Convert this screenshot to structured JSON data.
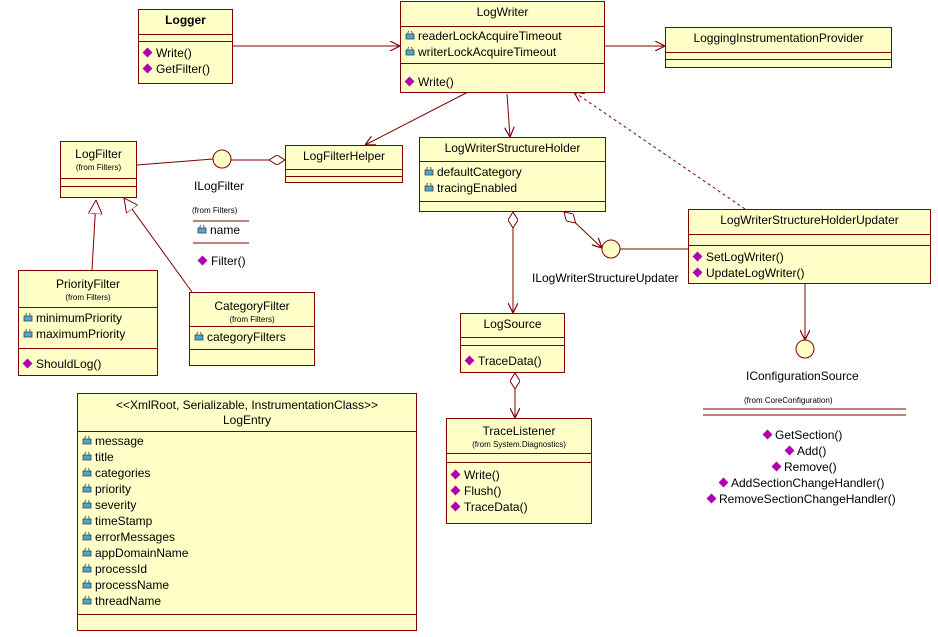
{
  "colors": {
    "fill": "#ffffc8",
    "border": "#800000",
    "op_icon": "#b000b0",
    "attr_icon": "#4aa8d8"
  },
  "classes": {
    "logger": {
      "name": "Logger",
      "operations": [
        "Write()",
        "GetFilter()"
      ]
    },
    "logwriter": {
      "name": "LogWriter",
      "attributes": [
        "readerLockAcquireTimeout",
        "writerLockAcquireTimeout"
      ],
      "operations": [
        "Write()"
      ]
    },
    "provider": {
      "name": "LoggingInstrumentationProvider"
    },
    "logfilter": {
      "name": "LogFilter",
      "from": "(from Filters)"
    },
    "helper": {
      "name": "LogFilterHelper"
    },
    "holder": {
      "name": "LogWriterStructureHolder",
      "attributes": [
        "defaultCategory",
        "tracingEnabled"
      ]
    },
    "updater": {
      "name": "LogWriterStructureHolderUpdater",
      "operations": [
        "SetLogWriter()",
        "UpdateLogWriter()"
      ]
    },
    "priority": {
      "name": "PriorityFilter",
      "from": "(from Filters)",
      "attributes": [
        "minimumPriority",
        "maximumPriority"
      ],
      "operations": [
        "ShouldLog()"
      ]
    },
    "category": {
      "name": "CategoryFilter",
      "from": "(from Filters)",
      "attributes": [
        "categoryFilters"
      ]
    },
    "logsource": {
      "name": "LogSource",
      "operations": [
        "TraceData()"
      ]
    },
    "tracelistener": {
      "name": "TraceListener",
      "from": "(from System.Diagnostics)",
      "operations": [
        "Write()",
        "Flush()",
        "TraceData()"
      ]
    },
    "logentry": {
      "stereotype": "<<XmlRoot, Serializable, InstrumentationClass>>",
      "name": "LogEntry",
      "attributes": [
        "message",
        "title",
        "categories",
        "priority",
        "severity",
        "timeStamp",
        "errorMessages",
        "appDomainName",
        "processId",
        "processName",
        "threadName"
      ]
    }
  },
  "interfaces": {
    "ilogfilter": {
      "name": "ILogFilter",
      "from": "(from Filters)",
      "attributes": [
        "name"
      ],
      "operations": [
        "Filter()"
      ]
    },
    "iupdater": {
      "name": "ILogWriterStructureUpdater"
    },
    "iconfig": {
      "name": "IConfigurationSource",
      "from": "(from CoreConfiguration)",
      "operations": [
        "GetSection()",
        "Add()",
        "Remove()",
        "AddSectionChangeHandler()",
        "RemoveSectionChangeHandler()"
      ]
    }
  }
}
